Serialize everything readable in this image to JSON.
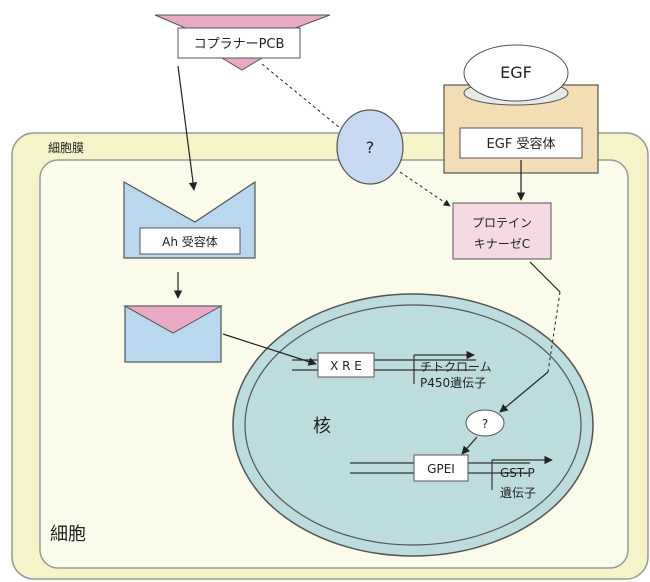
{
  "labels": {
    "coplanar_pcb": "コプラナーPCB",
    "egf": "EGF",
    "egf_receptor": "EGF 受容体",
    "cell_membrane": "細胞膜",
    "question": "?",
    "ah_receptor": "Ah 受容体",
    "protein_kinase_c_line1": "プロテイン",
    "protein_kinase_c_line2": "キナーゼC",
    "xre": "X R E",
    "cytochrome_line1": "チトクローム",
    "cytochrome_line2": "P450遺伝子",
    "nucleus": "核",
    "question_small": "?",
    "gpei": "GPEI",
    "gstp_line1": "GST-P",
    "gstp_line2": "遺伝子",
    "cell": "細胞"
  },
  "colors": {
    "pink": "#e8a9c4",
    "blue": "#b9d8ee",
    "membrane": "#f5f3c8",
    "cytoplasm": "#fbfbeb",
    "egf_tan": "#f3ddb4",
    "nucleus_fill": "#bcdcde",
    "kinase_fill": "#f5dae4"
  }
}
